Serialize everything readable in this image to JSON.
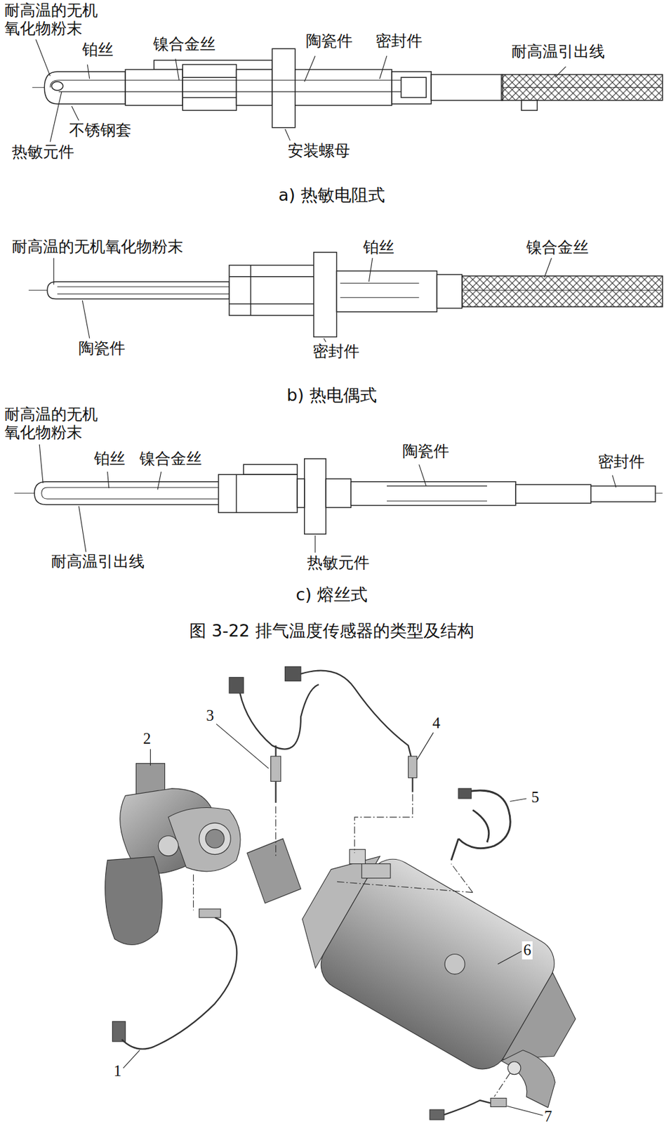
{
  "diagram": {
    "caption": "图 3-22 排气温度传感器的类型及结构",
    "labels": [
      "耐高温的无机 氧化物粉末",
      "铂丝",
      "镍合金丝",
      "陶瓷件",
      "密封件",
      "耐高温引出线",
      "不锈钢套",
      "热敏元件",
      "安装螺母",
      "a) 热敏电阻式",
      "耐高温的无机氧化物粉末",
      "铂丝",
      "镍合金丝",
      "陶瓷件",
      "密封件",
      "b) 热电偶式",
      "耐高温的无机 氧化物粉末",
      "铂丝",
      "镍合金丝",
      "陶瓷件",
      "密封件",
      "耐高温引出线",
      "热敏元件",
      "c) 熔丝式",
      "1",
      "2",
      "3",
      "4",
      "5",
      "6",
      "7"
    ]
  }
}
